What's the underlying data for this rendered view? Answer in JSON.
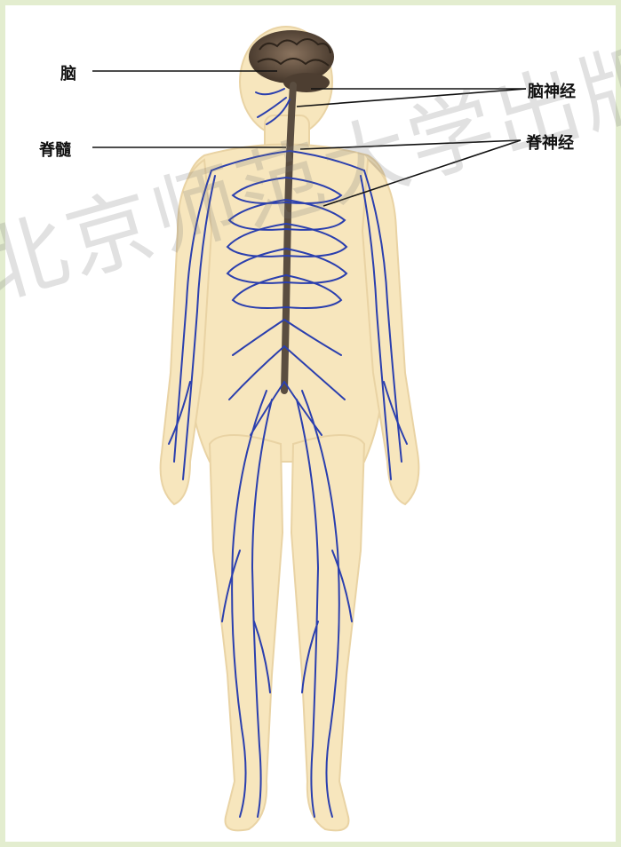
{
  "labels": {
    "brain": "脑",
    "spinal_cord": "脊髓",
    "cranial_nerve": "脑神经",
    "spinal_nerve": "脊神经"
  },
  "watermark": "北京师范大学出版社",
  "colors": {
    "skin": "#f7e6bd",
    "skin_outline": "#e9d3a4",
    "nerve": "#2b3fae",
    "brain": "#6a5543",
    "spine": "#5a4d40",
    "border": "#e3edcf"
  }
}
